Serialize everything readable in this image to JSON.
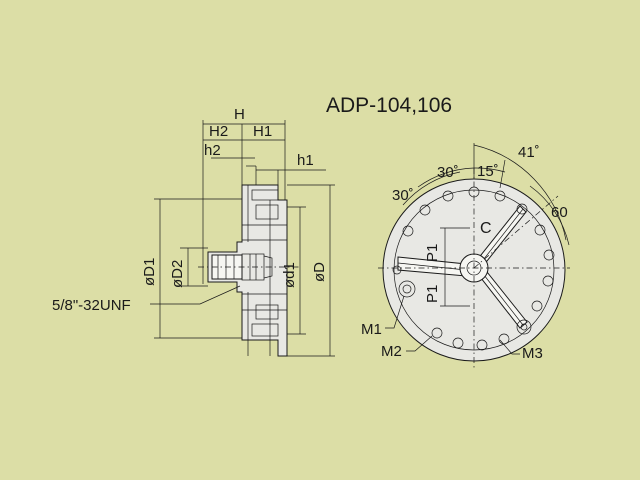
{
  "title": "ADP-104,106",
  "side_view": {
    "labels": {
      "H": "H",
      "H1": "H1",
      "H2": "H2",
      "h1": "h1",
      "h2": "h2",
      "D": "øD",
      "d1": "ød1",
      "D1": "øD1",
      "D2": "øD2",
      "thread": "5/8\"-32UNF"
    }
  },
  "front_view": {
    "labels": {
      "a41": "41˚",
      "a30_top": "30˚",
      "a15": "15˚",
      "a30_left": "30˚",
      "a60": "60",
      "C": "C",
      "P1_upper": "P1",
      "P1_lower": "P1",
      "M1": "M1",
      "M2": "M2",
      "M3": "M3"
    }
  },
  "colors": {
    "background": "#dcdea6",
    "line": "#1a1a1a",
    "part_fill": "#e8e8e4"
  }
}
